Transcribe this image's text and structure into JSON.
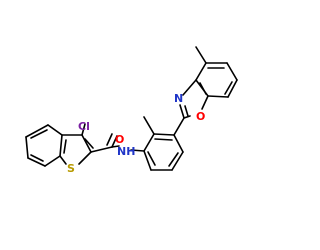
{
  "structure": {
    "atoms": {
      "cl": "Cl",
      "s": "S",
      "o_amide": "O",
      "nh": "NH",
      "n_oxazole": "N",
      "o_oxazole": "O"
    },
    "colors": {
      "bond": "#000000",
      "chlorine": "#7a1fa2",
      "sulfur": "#b79a00",
      "oxygen": "#ff0000",
      "nitrogen": "#1f35c8"
    }
  }
}
